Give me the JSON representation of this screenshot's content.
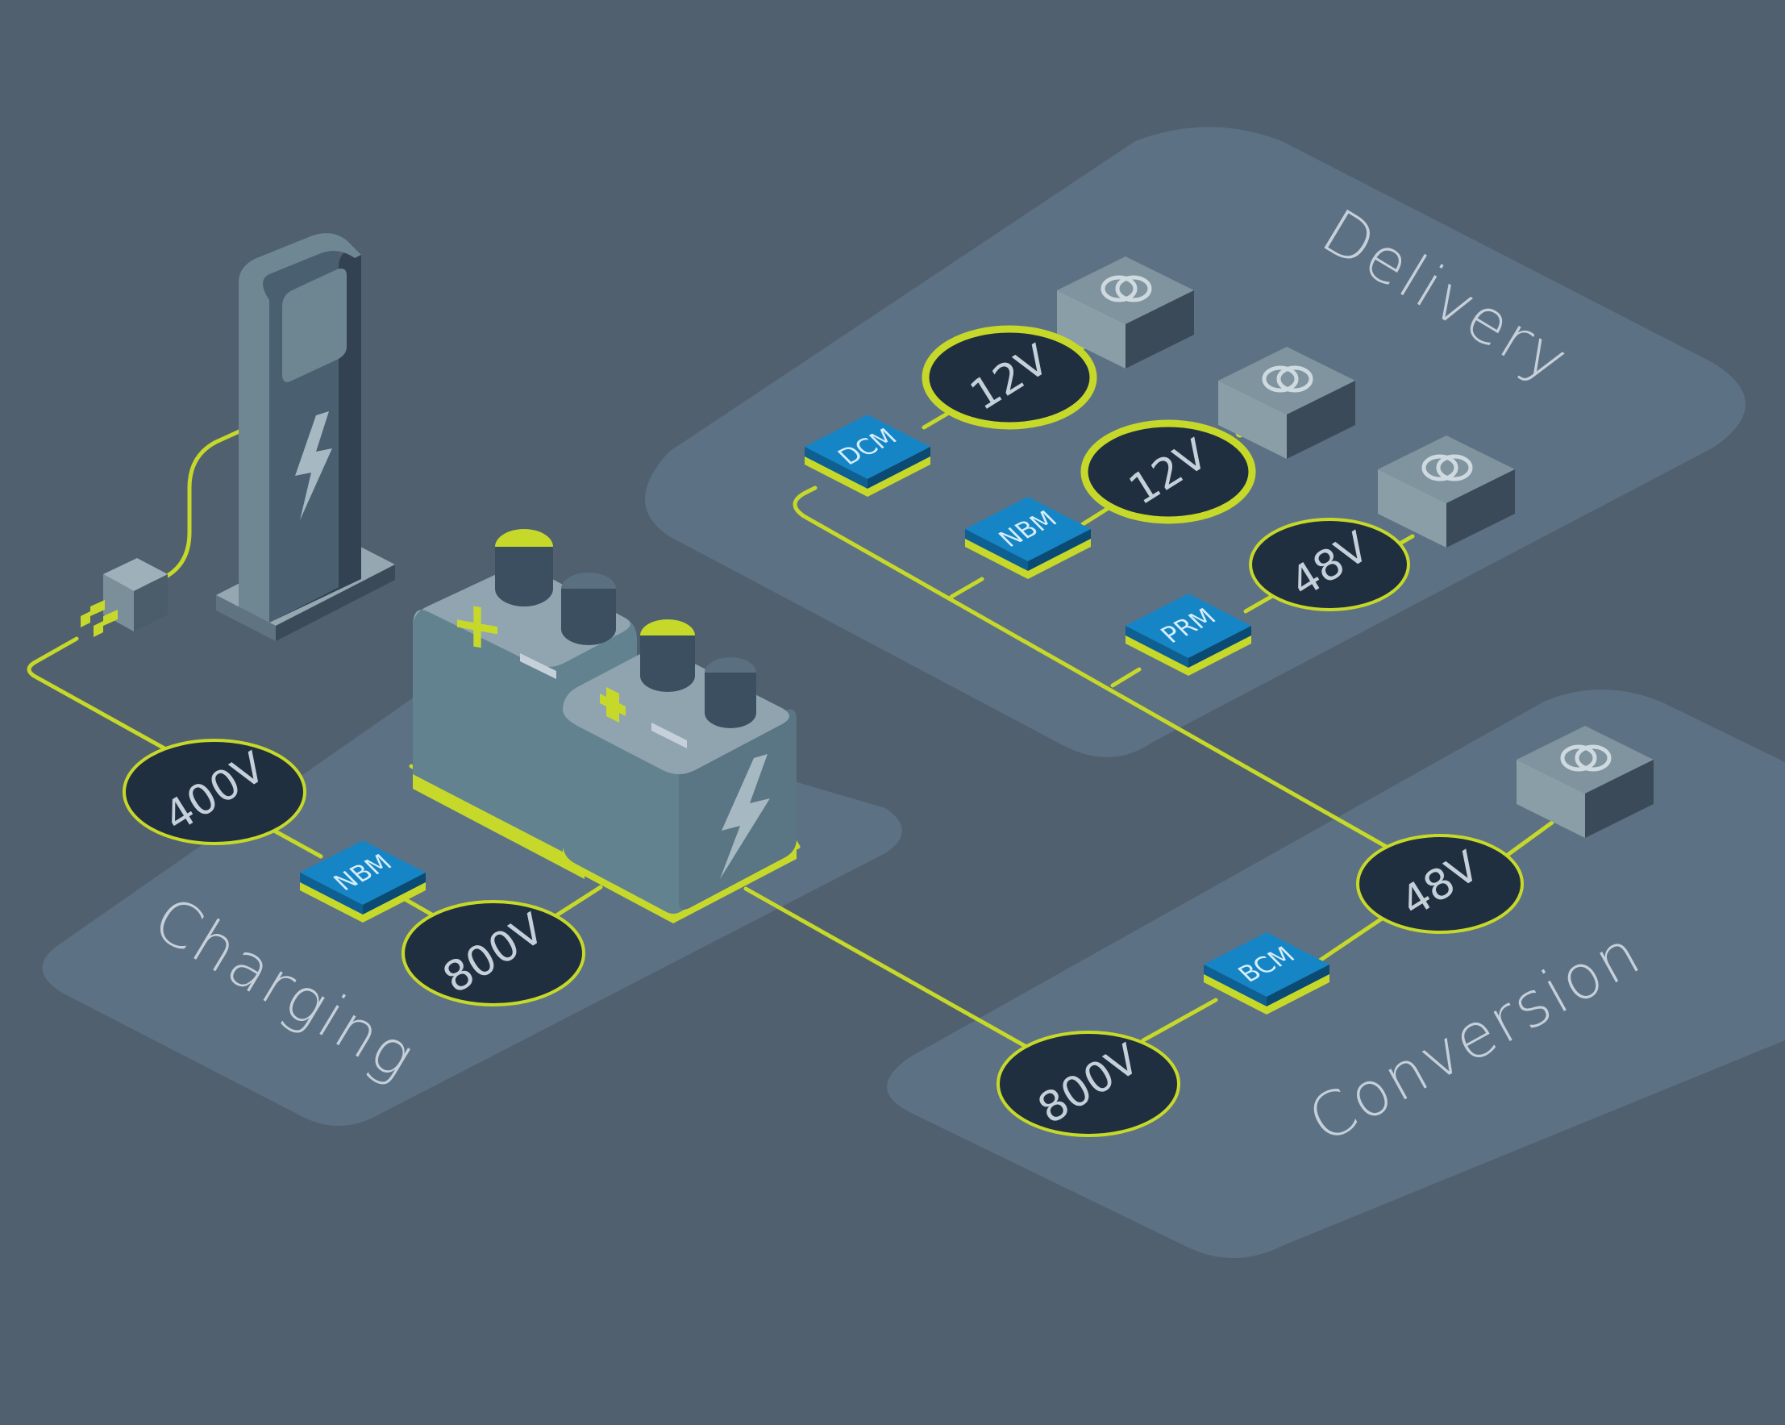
{
  "colors": {
    "background": "#50606f",
    "zone": "#5d7184",
    "wire": "#c6d92a",
    "voltage_node": "#1f2f3f",
    "module": "#1685c6",
    "battery": "#64808d",
    "load_box": "#7a8f99"
  },
  "zones": {
    "charging": "Charging",
    "delivery": "Delivery",
    "conversion": "Conversion"
  },
  "charging": {
    "input_voltage": "400V",
    "module": "NBM",
    "output_voltage": "800V"
  },
  "battery": {
    "plus_symbol": "+",
    "minus_symbol": "−"
  },
  "delivery": {
    "rail_1": {
      "module": "DCM",
      "voltage": "12V"
    },
    "rail_2": {
      "module": "NBM",
      "voltage": "12V"
    },
    "rail_3": {
      "module": "PRM",
      "voltage": "48V"
    }
  },
  "conversion": {
    "input_voltage": "800V",
    "module": "BCM",
    "output_voltage": "48V"
  },
  "icons": [
    "charging-station-icon",
    "plug-icon",
    "lightning-bolt-icon",
    "battery-icon",
    "load-coil-icon"
  ]
}
